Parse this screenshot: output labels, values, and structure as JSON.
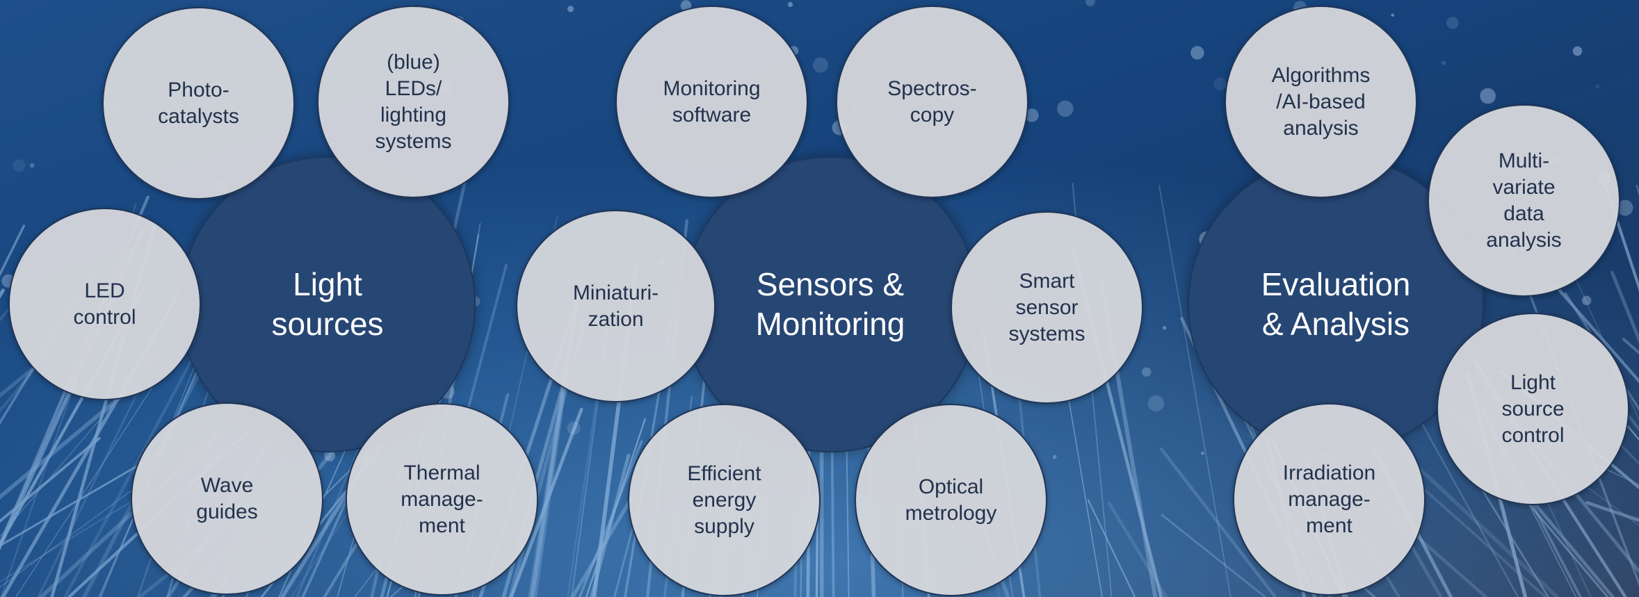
{
  "colors": {
    "background": "#123a6e",
    "hub_fill": "#264673",
    "satellite_fill": "#d6d7db",
    "satellite_border": "#1e3557",
    "satellite_text": "#22324c",
    "hub_text": "#ffffff"
  },
  "clusters": [
    {
      "hub": "Light\nsources",
      "satellites": {
        "top_left": "Photo-\ncatalysts",
        "top_right": "(blue)\nLEDs/\nlighting\nsystems",
        "left": "LED\ncontrol",
        "bottom_left": "Wave\nguides",
        "bottom_right": "Thermal\nmanage-\nment"
      }
    },
    {
      "hub": "Sensors &\nMonitoring",
      "satellites": {
        "top_left": "Monitoring\nsoftware",
        "top_right": "Spectros-\ncopy",
        "left": "Miniaturi-\nzation",
        "right": "Smart\nsensor\nsystems",
        "bottom_left": "Efficient\nenergy\nsupply",
        "bottom_right": "Optical\nmetrology"
      }
    },
    {
      "hub": "Evaluation\n& Analysis",
      "satellites": {
        "top": "Algorithms\n/AI-based\nanalysis",
        "right_top": "Multi-\nvariate\ndata\nanalysis",
        "right_bottom": "Light\nsource\ncontrol",
        "bottom": "Irradiation\nmanage-\nment"
      }
    }
  ]
}
